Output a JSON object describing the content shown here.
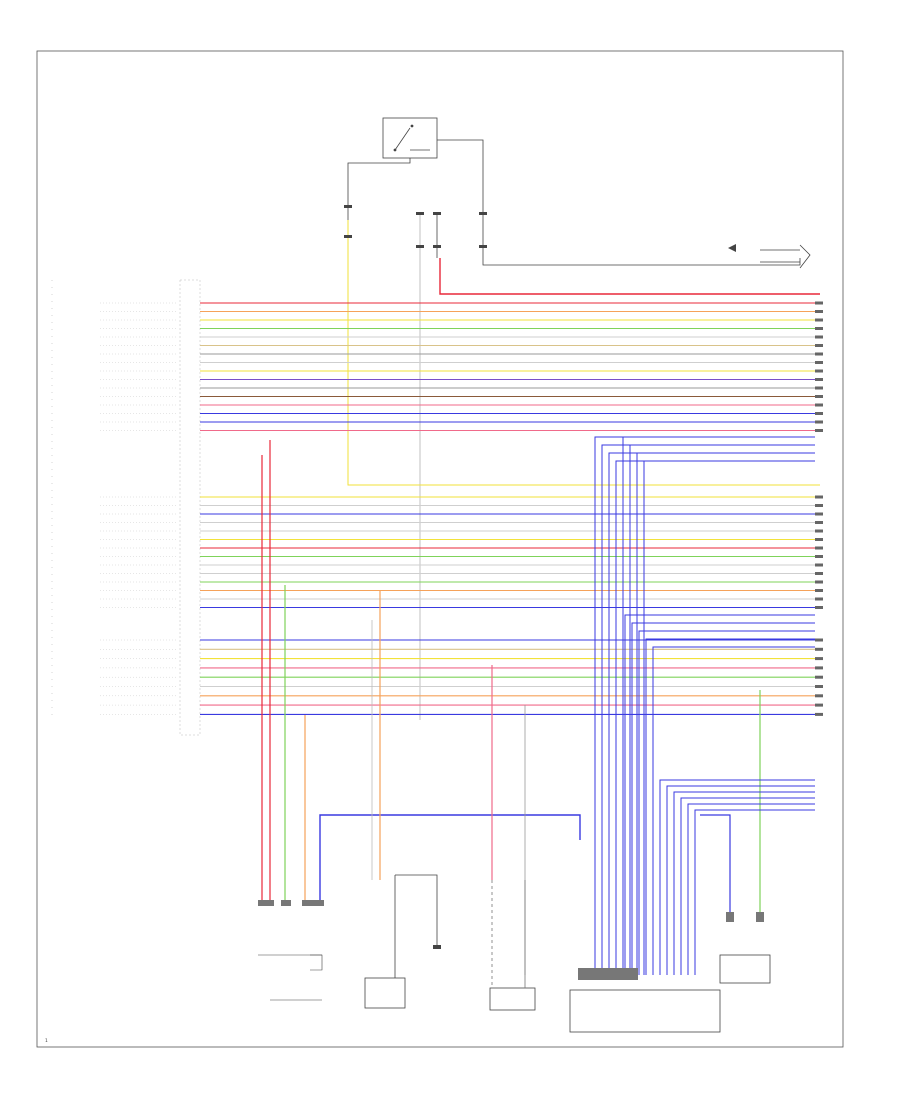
{
  "colors": {
    "red": "#e8283a",
    "pink": "#f06a8a",
    "orange": "#f5a25a",
    "yellow": "#f2e23a",
    "green": "#7fd35a",
    "ltgreen": "#b8e6a0",
    "blue": "#3a3ae0",
    "violet": "#7a4ec8",
    "brown": "#8a5a3a",
    "gray": "#9a9a9a",
    "ltgray": "#cfcfcf",
    "black": "#222222",
    "tan": "#d9c38a",
    "white": "#e2e2e2"
  },
  "wiring": {
    "harness": [
      {
        "row": 0,
        "color": "red"
      },
      {
        "row": 1,
        "color": "orange"
      },
      {
        "row": 2,
        "color": "yellow"
      },
      {
        "row": 3,
        "color": "green"
      },
      {
        "row": 4,
        "color": "ltgray"
      },
      {
        "row": 5,
        "color": "tan"
      },
      {
        "row": 6,
        "color": "gray"
      },
      {
        "row": 7,
        "color": "ltgray"
      },
      {
        "row": 8,
        "color": "yellow"
      },
      {
        "row": 9,
        "color": "violet"
      },
      {
        "row": 10,
        "color": "gray"
      },
      {
        "row": 11,
        "color": "brown"
      },
      {
        "row": 12,
        "color": "pink"
      },
      {
        "row": 13,
        "color": "blue"
      },
      {
        "row": 14,
        "color": "blue"
      },
      {
        "row": 15,
        "color": "pink"
      },
      {
        "row": 16,
        "color": "yellow"
      },
      {
        "row": 17,
        "color": "ltgray"
      },
      {
        "row": 18,
        "color": "blue"
      },
      {
        "row": 19,
        "color": "ltgray"
      },
      {
        "row": 20,
        "color": "ltgray"
      },
      {
        "row": 21,
        "color": "yellow"
      },
      {
        "row": 22,
        "color": "red"
      },
      {
        "row": 23,
        "color": "green"
      },
      {
        "row": 24,
        "color": "ltgray"
      },
      {
        "row": 25,
        "color": "ltgray"
      },
      {
        "row": 26,
        "color": "green"
      },
      {
        "row": 27,
        "color": "orange"
      },
      {
        "row": 28,
        "color": "ltgray"
      },
      {
        "row": 29,
        "color": "blue"
      },
      {
        "row": 30,
        "color": "blue"
      },
      {
        "row": 31,
        "color": "tan"
      },
      {
        "row": 32,
        "color": "yellow"
      },
      {
        "row": 33,
        "color": "pink"
      },
      {
        "row": 34,
        "color": "green"
      },
      {
        "row": 35,
        "color": "ltgray"
      },
      {
        "row": 36,
        "color": "orange"
      },
      {
        "row": 37,
        "color": "pink"
      },
      {
        "row": 38,
        "color": "blue"
      }
    ],
    "blue_bus_count": 8,
    "page_label": "1"
  }
}
